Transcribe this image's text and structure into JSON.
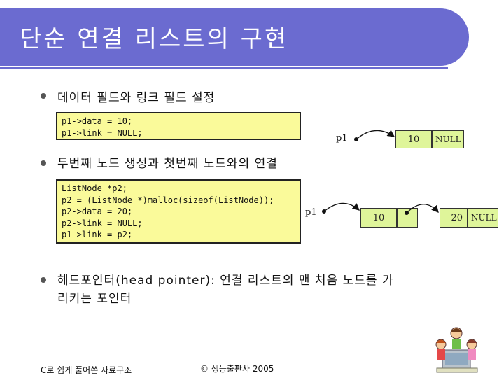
{
  "title": "단순 연결 리스트의 구현",
  "bullets": [
    "데이터 필드와 링크 필드 설정",
    "두번째 노드 생성과 첫번째 노드와의 연결",
    "헤드포인터(head pointer): 연결 리스트의 맨 처음 노드를 가",
    "리키는 포인터"
  ],
  "code1": [
    "p1->data = 10;",
    "p1->link = NULL;"
  ],
  "code2": [
    "ListNode *p2;",
    "p2 = (ListNode *)malloc(sizeof(ListNode));",
    "p2->data = 20;",
    "p2->link = NULL;",
    "p1->link = p2;"
  ],
  "diagram1": {
    "pointer": "p1",
    "value": "10",
    "link": "NULL"
  },
  "diagram2": {
    "pointer": "p1",
    "value1": "10",
    "value2": "20",
    "link": "NULL"
  },
  "footer": {
    "left": "C로 쉽게 풀어쓴 자료구조",
    "center": "© 생능출판사 2005"
  },
  "colors": {
    "banner": "#6b6bd0",
    "code_bg": "#fafa9a",
    "node_bg": "#dff59a"
  }
}
